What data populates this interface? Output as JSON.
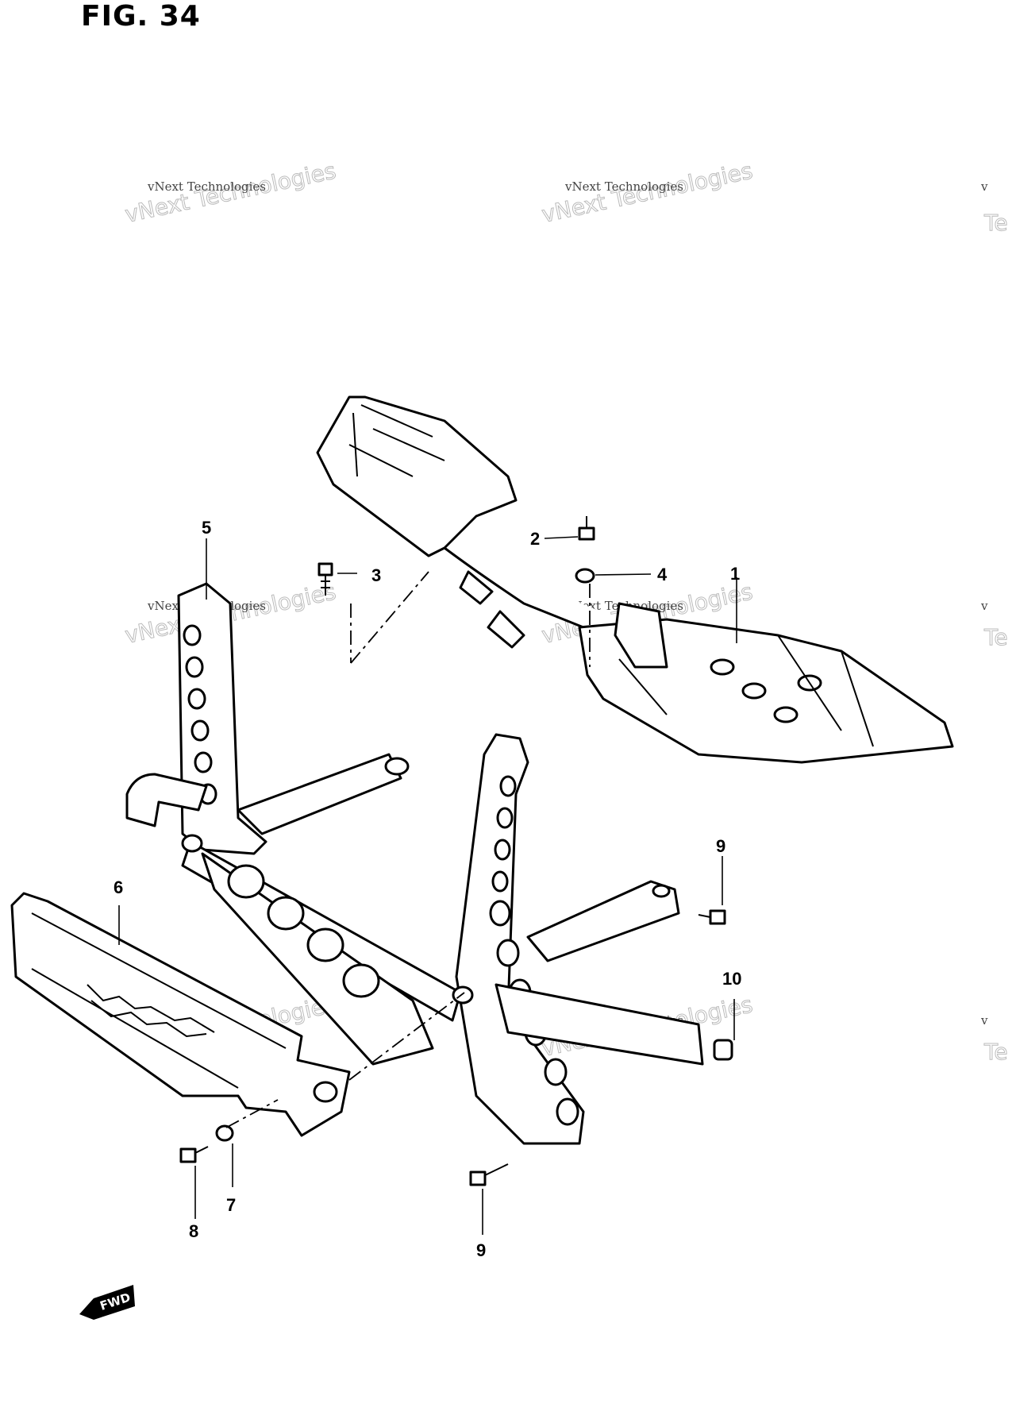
{
  "figure": {
    "title": "FIG. 34"
  },
  "watermark": {
    "small": "vNext Technologies",
    "big": "vNext Technologies",
    "edge_small": "v",
    "edge_big": "Te"
  },
  "direction_tag": "FWD",
  "callouts": [
    {
      "id": "1",
      "label": "1"
    },
    {
      "id": "2",
      "label": "2"
    },
    {
      "id": "3",
      "label": "3"
    },
    {
      "id": "4",
      "label": "4"
    },
    {
      "id": "5",
      "label": "5"
    },
    {
      "id": "6",
      "label": "6"
    },
    {
      "id": "7",
      "label": "7"
    },
    {
      "id": "8",
      "label": "8"
    },
    {
      "id": "9a",
      "label": "9"
    },
    {
      "id": "9b",
      "label": "9"
    },
    {
      "id": "10",
      "label": "10"
    }
  ]
}
